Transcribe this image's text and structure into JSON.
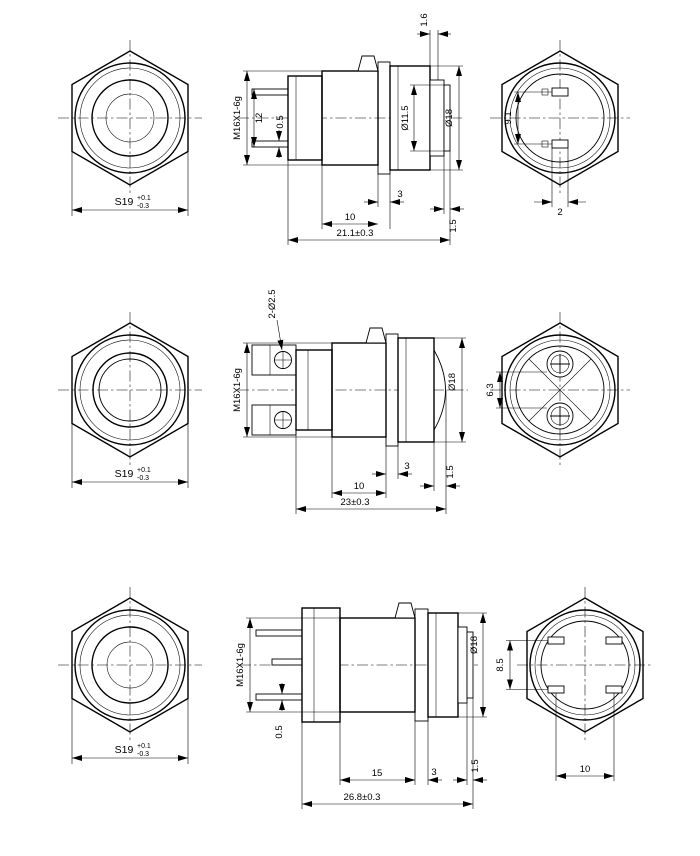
{
  "drawing": {
    "bg_color": "#ffffff",
    "line_color": "#000000"
  },
  "rows": [
    {
      "front": {
        "size": "S19",
        "tol_top": "+0.1",
        "tol_bot": "-0.3"
      },
      "side": {
        "thread_spec": "M16X1-6g",
        "pin_span": "12",
        "pin_thickness": "0.5",
        "lip": "1.6",
        "button_dia": "Ø11.5",
        "flange_dia": "Ø18",
        "washer_thk": "3",
        "tip_thk": "1.5",
        "thread_len": "10",
        "total_len": "21.1±0.3"
      },
      "back": {
        "pin_pitch": "9.1",
        "pin_width": "2"
      }
    },
    {
      "front": {
        "size": "S19",
        "tol_top": "+0.1",
        "tol_bot": "-0.3"
      },
      "side": {
        "hole_callout": "2-Ø2.5",
        "thread_spec": "M16X1-6g",
        "flange_dia": "Ø18",
        "washer_thk": "3",
        "tip_thk": "1.5",
        "thread_len": "10",
        "total_len": "23±0.3"
      },
      "back": {
        "pin_pitch": "6.3"
      }
    },
    {
      "front": {
        "size": "S19",
        "tol_top": "+0.1",
        "tol_bot": "-0.3"
      },
      "side": {
        "thread_spec": "M16X1-6g",
        "pin_thickness": "0.5",
        "flange_dia": "Ø18",
        "washer_thk": "3",
        "tip_thk": "1.5",
        "thread_len": "15",
        "total_len": "26.8±0.3"
      },
      "back": {
        "pin_pitch": "8.5",
        "pin_spacing": "10"
      }
    }
  ]
}
